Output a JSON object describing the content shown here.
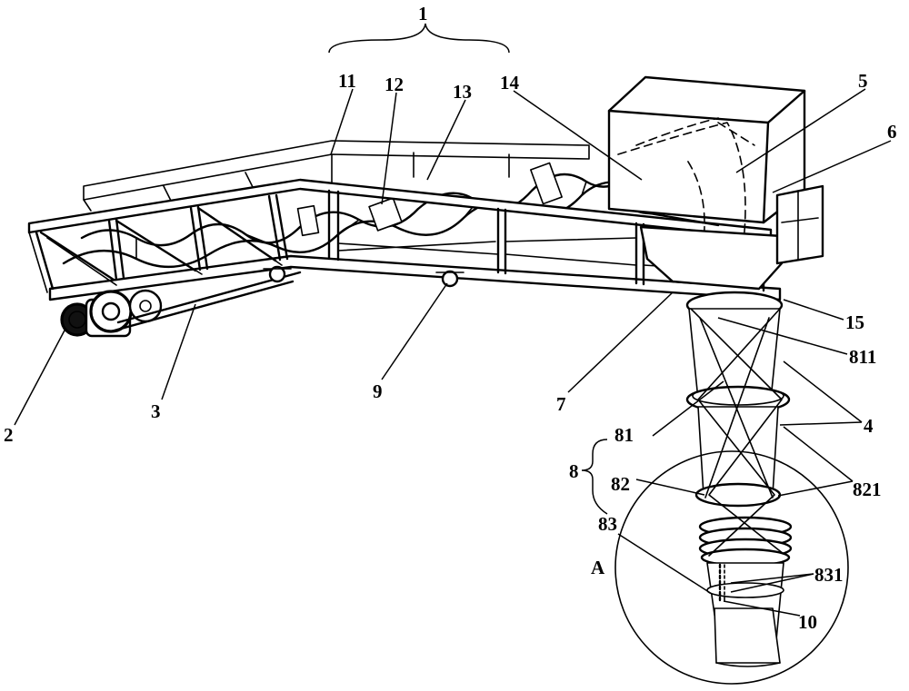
{
  "labels": {
    "l1": "1",
    "l11": "11",
    "l12": "12",
    "l13": "13",
    "l14": "14",
    "l5": "5",
    "l6": "6",
    "l15": "15",
    "l811": "811",
    "l4": "4",
    "l7": "7",
    "l9": "9",
    "l3": "3",
    "l2": "2",
    "l8": "8",
    "l81": "81",
    "l82": "82",
    "l83": "83",
    "l821": "821",
    "lA": "A",
    "l831": "831",
    "l10": "10"
  }
}
